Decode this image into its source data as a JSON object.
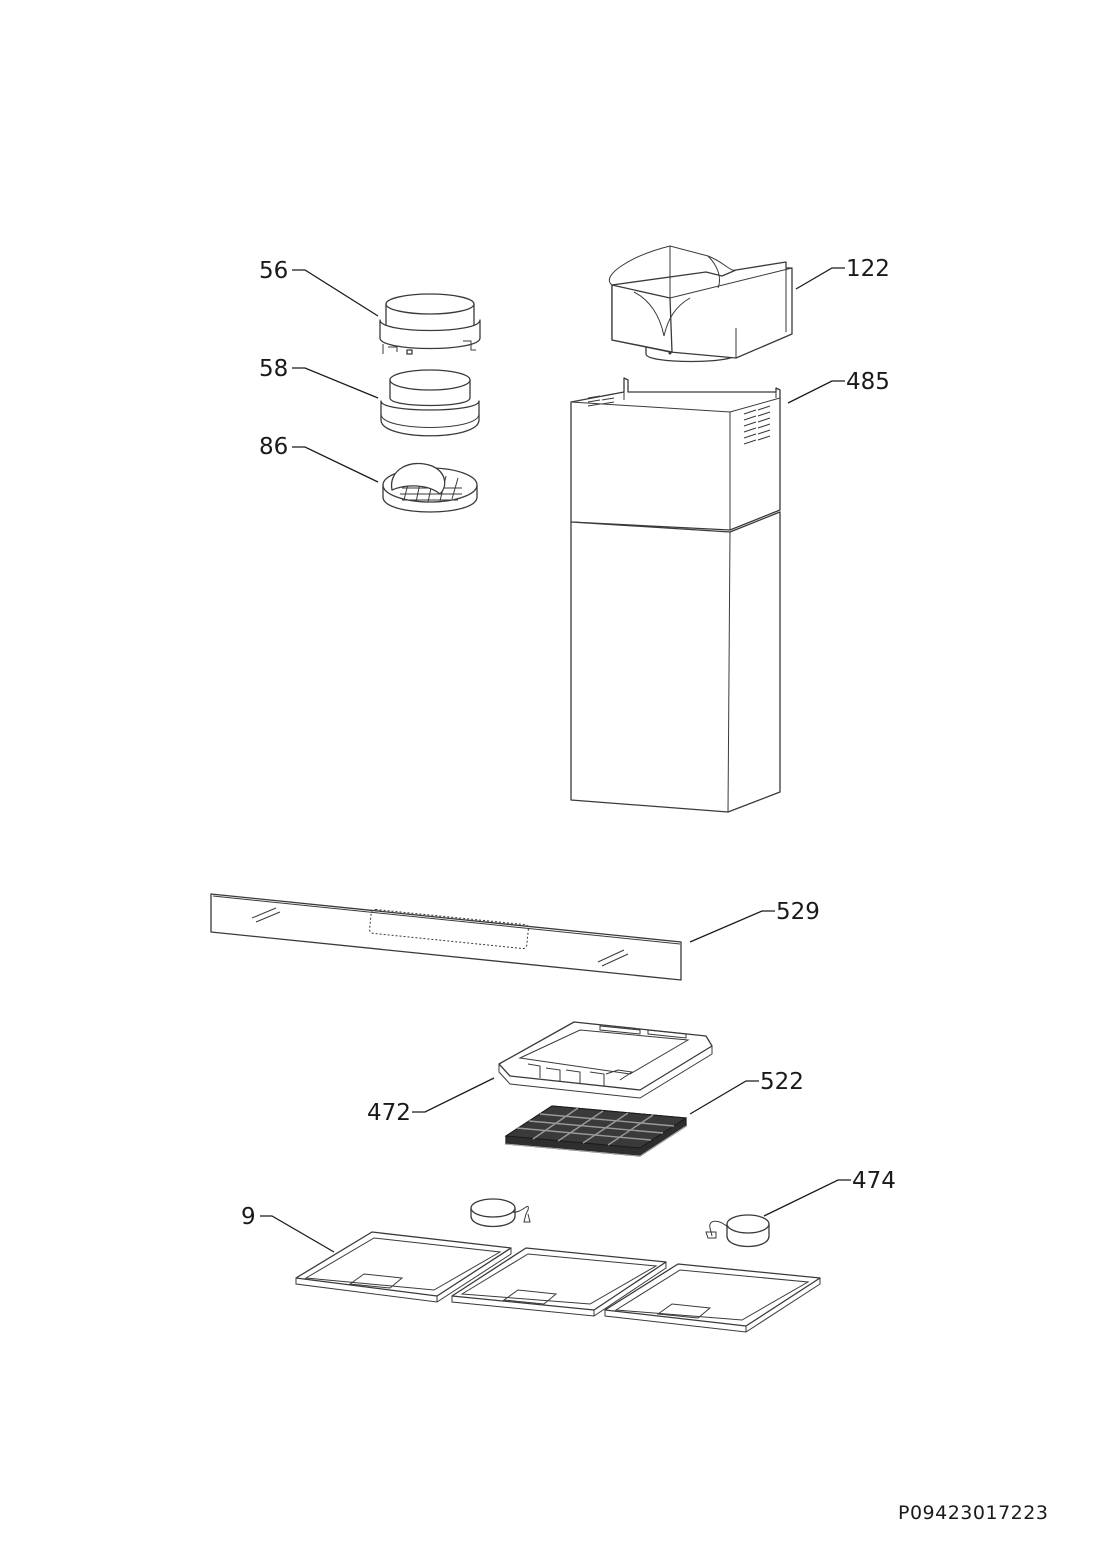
{
  "document_id": "P09423017223",
  "parts": [
    {
      "id": "56",
      "label": "56",
      "name": "pipe-connector"
    },
    {
      "id": "58",
      "label": "58",
      "name": "reduction-flange"
    },
    {
      "id": "86",
      "label": "86",
      "name": "non-return-valve"
    },
    {
      "id": "122",
      "label": "122",
      "name": "air-deflector"
    },
    {
      "id": "485",
      "label": "485",
      "name": "chimney"
    },
    {
      "id": "529",
      "label": "529",
      "name": "glass-panel"
    },
    {
      "id": "472",
      "label": "472",
      "name": "filter-frame"
    },
    {
      "id": "522",
      "label": "522",
      "name": "carbon-filter"
    },
    {
      "id": "9",
      "label": "9",
      "name": "grease-filter"
    },
    {
      "id": "474",
      "label": "474",
      "name": "lamp"
    }
  ]
}
